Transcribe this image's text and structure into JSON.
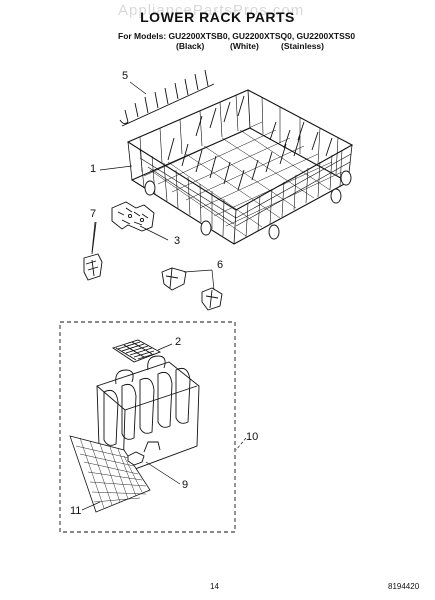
{
  "header": {
    "title": "LOWER RACK PARTS",
    "models_line": "For Models: GU2200XTSB0, GU2200XTSQ0, GU2200XTSS0",
    "finishes": [
      "(Black)",
      "(White)",
      "(Stainless)"
    ],
    "watermark": "AppliancePartsPros.com"
  },
  "callouts": [
    "1",
    "2",
    "3",
    "5",
    "6",
    "7",
    "9",
    "10",
    "11"
  ],
  "footer": {
    "page_number": "14",
    "document_number": "8194420"
  }
}
